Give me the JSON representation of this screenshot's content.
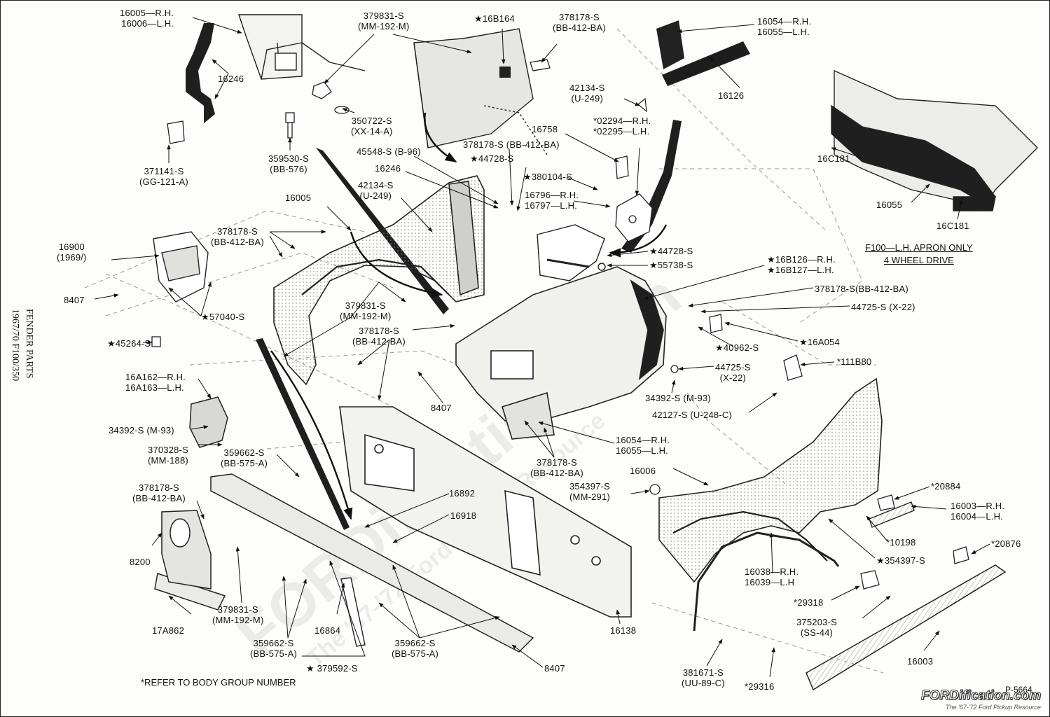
{
  "side_title": "FENDER PARTS",
  "side_subtitle": "1967/70 F100/350",
  "apron_line1": "F100—L.H. APRON ONLY",
  "apron_line2": "4 WHEEL DRIVE",
  "note": "*REFER TO BODY GROUP NUMBER",
  "plate_number": "P-5664",
  "watermark_main": "FORDification.com",
  "watermark_sub": "The '67-'72 Ford Pickup Resource",
  "brand_main": "FORDification.com",
  "brand_tagline": "The '67-'72 Ford Pickup Resource",
  "labels": [
    {
      "id": "l01",
      "lines": [
        "16005—R.H.",
        "16006—L.H."
      ]
    },
    {
      "id": "l02",
      "lines": [
        "379831-S",
        "(MM-192-M)"
      ]
    },
    {
      "id": "l03",
      "lines": [
        "★16B164"
      ]
    },
    {
      "id": "l04",
      "lines": [
        "378178-S",
        "(BB-412-BA)"
      ]
    },
    {
      "id": "l05",
      "lines": [
        "16054—R.H.",
        "16055—L.H."
      ]
    },
    {
      "id": "l06",
      "lines": [
        "16246"
      ]
    },
    {
      "id": "l07",
      "lines": [
        "16126"
      ]
    },
    {
      "id": "l08",
      "lines": [
        "350722-S",
        "(XX-14-A)"
      ]
    },
    {
      "id": "l09",
      "lines": [
        "42134-S",
        "(U-249)"
      ]
    },
    {
      "id": "l10",
      "lines": [
        "*02294—R.H.",
        "*02295—L.H."
      ]
    },
    {
      "id": "l11",
      "lines": [
        "359530-S",
        "(BB-576)"
      ]
    },
    {
      "id": "l12",
      "lines": [
        "16758"
      ]
    },
    {
      "id": "l13",
      "lines": [
        "371141-S",
        "(GG-121-A)"
      ]
    },
    {
      "id": "l14",
      "lines": [
        "45548-S (B-96)"
      ]
    },
    {
      "id": "l15",
      "lines": [
        "378178-S (BB-412-BA)"
      ]
    },
    {
      "id": "l16",
      "lines": [
        "★44728-S"
      ]
    },
    {
      "id": "l17",
      "lines": [
        "16246"
      ]
    },
    {
      "id": "l18",
      "lines": [
        "★380104-S"
      ]
    },
    {
      "id": "l19",
      "lines": [
        "42134-S",
        "(U-249)"
      ]
    },
    {
      "id": "l20",
      "lines": [
        "16796—R.H.",
        "16797—L.H."
      ]
    },
    {
      "id": "l21",
      "lines": [
        "16005"
      ]
    },
    {
      "id": "l22",
      "lines": [
        "378178-S",
        "(BB-412-BA)"
      ]
    },
    {
      "id": "l23",
      "lines": [
        "16900",
        "(1969/)"
      ]
    },
    {
      "id": "l24",
      "lines": [
        "★44728-S"
      ]
    },
    {
      "id": "l25",
      "lines": [
        "★55738-S"
      ]
    },
    {
      "id": "l26",
      "lines": [
        "★16B126—R.H.",
        "★16B127—L.H."
      ]
    },
    {
      "id": "l27",
      "lines": [
        "8407"
      ]
    },
    {
      "id": "l28",
      "lines": [
        "379831-S",
        "(MM-192-M)"
      ]
    },
    {
      "id": "l29",
      "lines": [
        "378178-S(BB-412-BA)"
      ]
    },
    {
      "id": "l30",
      "lines": [
        "44725-S (X-22)"
      ]
    },
    {
      "id": "l31",
      "lines": [
        "★57040-S"
      ]
    },
    {
      "id": "l32",
      "lines": [
        "378178-S",
        "(BB-412-BA)"
      ]
    },
    {
      "id": "l33",
      "lines": [
        "★45264-S"
      ]
    },
    {
      "id": "l34",
      "lines": [
        "★40962-S"
      ]
    },
    {
      "id": "l35",
      "lines": [
        "★16A054"
      ]
    },
    {
      "id": "l36",
      "lines": [
        "*111B80"
      ]
    },
    {
      "id": "l37",
      "lines": [
        "44725-S",
        "(X-22)"
      ]
    },
    {
      "id": "l38",
      "lines": [
        "16A162—R.H.",
        "16A163—L.H."
      ]
    },
    {
      "id": "l39",
      "lines": [
        "34392-S (M-93)"
      ]
    },
    {
      "id": "l40",
      "lines": [
        "8407"
      ]
    },
    {
      "id": "l41",
      "lines": [
        "42127-S (U-248-C)"
      ]
    },
    {
      "id": "l42",
      "lines": [
        "34392-S (M-93)"
      ]
    },
    {
      "id": "l43",
      "lines": [
        "370328-S",
        "(MM-188)"
      ]
    },
    {
      "id": "l44",
      "lines": [
        "359662-S",
        "(BB-575-A)"
      ]
    },
    {
      "id": "l45",
      "lines": [
        "16054—R.H.",
        "16055—L.H."
      ]
    },
    {
      "id": "l46",
      "lines": [
        "378178-S",
        "(BB-412-BA)"
      ]
    },
    {
      "id": "l47",
      "lines": [
        "16006"
      ]
    },
    {
      "id": "l48",
      "lines": [
        "378178-S",
        "(BB-412-BA)"
      ]
    },
    {
      "id": "l49",
      "lines": [
        "354397-S",
        "(MM-291)"
      ]
    },
    {
      "id": "l50",
      "lines": [
        "16892"
      ]
    },
    {
      "id": "l51",
      "lines": [
        "*20884"
      ]
    },
    {
      "id": "l52",
      "lines": [
        "16003—R.H.",
        "16004—L.H."
      ]
    },
    {
      "id": "l53",
      "lines": [
        "16918"
      ]
    },
    {
      "id": "l54",
      "lines": [
        "8200"
      ]
    },
    {
      "id": "l55",
      "lines": [
        "*10198"
      ]
    },
    {
      "id": "l56",
      "lines": [
        "*20876"
      ]
    },
    {
      "id": "l57",
      "lines": [
        "★354397-S"
      ]
    },
    {
      "id": "l58",
      "lines": [
        "16038—R.H.",
        "16039—L.H"
      ]
    },
    {
      "id": "l59",
      "lines": [
        "379831-S",
        "(MM-192-M)"
      ]
    },
    {
      "id": "l60",
      "lines": [
        "*29318"
      ]
    },
    {
      "id": "l61",
      "lines": [
        "17A862"
      ]
    },
    {
      "id": "l62",
      "lines": [
        "375203-S",
        "(SS-44)"
      ]
    },
    {
      "id": "l63",
      "lines": [
        "16864"
      ]
    },
    {
      "id": "l64",
      "lines": [
        "359662-S",
        "(BB-575-A)"
      ]
    },
    {
      "id": "l65",
      "lines": [
        "359662-S",
        "(BB-575-A)"
      ]
    },
    {
      "id": "l66",
      "lines": [
        "16138"
      ]
    },
    {
      "id": "l67",
      "lines": [
        "16003"
      ]
    },
    {
      "id": "l68",
      "lines": [
        "★ 379592-S"
      ]
    },
    {
      "id": "l69",
      "lines": [
        "8407"
      ]
    },
    {
      "id": "l70",
      "lines": [
        "381671-S",
        "(UU-89-C)"
      ]
    },
    {
      "id": "l71",
      "lines": [
        "*29316"
      ]
    },
    {
      "id": "l72",
      "lines": [
        "16C181"
      ]
    },
    {
      "id": "l73",
      "lines": [
        "16055"
      ]
    },
    {
      "id": "l74",
      "lines": [
        "16C181"
      ]
    }
  ]
}
